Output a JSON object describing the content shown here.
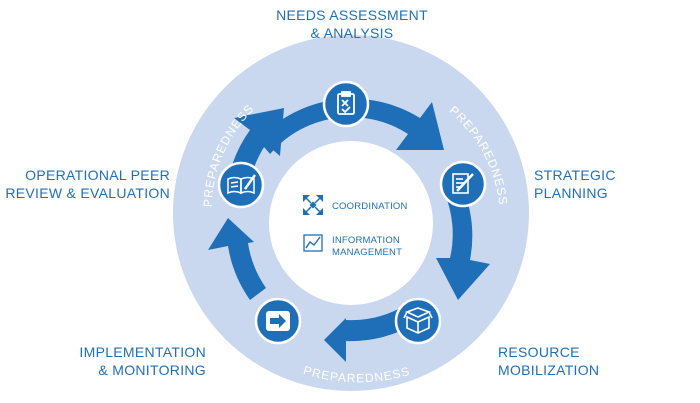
{
  "ring_label": "PREPAREDNESS",
  "center": {
    "coordination": "COORDINATION",
    "information_line1": "INFORMATION",
    "information_line2": "MANAGEMENT"
  },
  "stages": {
    "needs": {
      "line1": "NEEDS ASSESSMENT",
      "line2": "& ANALYSIS",
      "icon": "clipboard-checklist-icon"
    },
    "strategic": {
      "line1": "STRATEGIC",
      "line2": "PLANNING",
      "icon": "document-pen-icon"
    },
    "resource": {
      "line1": "RESOURCE",
      "line2": "MOBILIZATION",
      "icon": "open-box-icon"
    },
    "implementation": {
      "line1": "IMPLEMENTATION",
      "line2": "& MONITORING",
      "icon": "arrow-right-icon"
    },
    "review": {
      "line1": "OPERATIONAL PEER",
      "line2": "REVIEW & EVALUATION",
      "icon": "open-book-pen-icon"
    }
  },
  "colors": {
    "outer_disc": "#c9d8ee",
    "arrow_ring": "#1f6fb8",
    "label_text": "#1f6fb8",
    "icon_bg": "#ffffff"
  }
}
